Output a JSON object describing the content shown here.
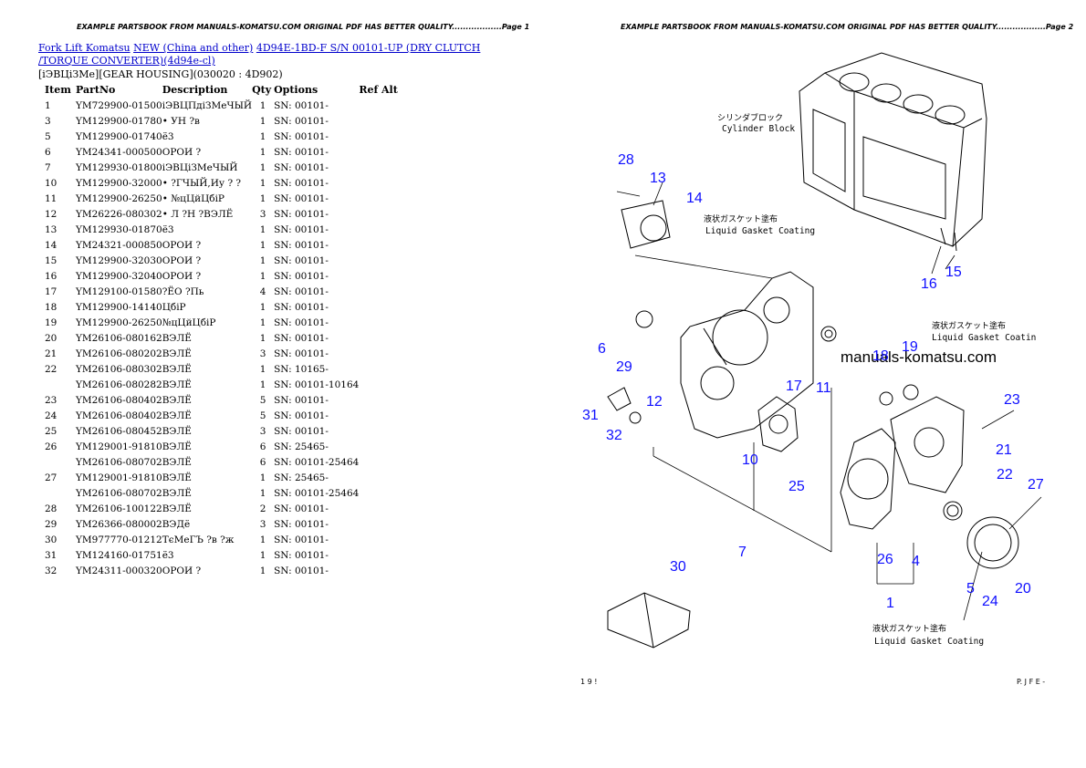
{
  "header": {
    "left": "EXAMPLE PARTSBOOK FROM MANUALS-KOMATSU.COM ORIGINAL PDF HAS BETTER QUALITY..................Page 1",
    "right": "EXAMPLE PARTSBOOK FROM MANUALS-KOMATSU.COM ORIGINAL PDF HAS BETTER QUALITY..................Page 2"
  },
  "breadcrumb": {
    "link1": "Fork Lift Komatsu",
    "link2": "NEW (China and other)",
    "link3": "4D94E-1BD-F S/N 00101-UP (DRY CLUTCH /TORQUE CONVERTER)(4d94e-cl)"
  },
  "section_title": "[iЭВЦiЗМе][GEAR HOUSING](030020 : 4D902)",
  "table": {
    "headers": [
      "Item",
      "PartNo",
      "Description",
      "Qty",
      "Options",
      "Ref Alt"
    ],
    "rows": [
      [
        "1",
        "YM729900-01500",
        "iЭВЦПдiЗМеЧЫЙ",
        "1",
        "SN: 00101-"
      ],
      [
        "3",
        "YM129900-01780",
        "• УН ?в",
        "1",
        "SN: 00101-"
      ],
      [
        "5",
        "YM129900-01740",
        "ё3",
        "1",
        "SN: 00101-"
      ],
      [
        "6",
        "YM24341-000500",
        "ОРОИ ?",
        "1",
        "SN: 00101-"
      ],
      [
        "7",
        "YM129930-01800",
        "iЭВЦiЗМеЧЫЙ",
        "1",
        "SN: 00101-"
      ],
      [
        "10",
        "YM129900-32000",
        "• ?ГЧЫЙ,Иу ? ?",
        "1",
        "SN: 00101-"
      ],
      [
        "11",
        "YM129900-26250",
        "• №цЦйЦбiР",
        "1",
        "SN: 00101-"
      ],
      [
        "12",
        "YM26226-080302",
        "• Л ?Н ?ВЭЛЁ",
        "3",
        "SN: 00101-"
      ],
      [
        "13",
        "YM129930-01870",
        "ё3",
        "1",
        "SN: 00101-"
      ],
      [
        "14",
        "YM24321-000850",
        "ОРОИ ?",
        "1",
        "SN: 00101-"
      ],
      [
        "15",
        "YM129900-32030",
        "ОРОИ ?",
        "1",
        "SN: 00101-"
      ],
      [
        "16",
        "YM129900-32040",
        "ОРОИ ?",
        "1",
        "SN: 00101-"
      ],
      [
        "17",
        "YM129100-01580",
        "?ЁО ?Пь",
        "4",
        "SN: 00101-"
      ],
      [
        "18",
        "YM129900-14140",
        "ЦбiР",
        "1",
        "SN: 00101-"
      ],
      [
        "19",
        "YM129900-26250",
        "№цЦйЦбiР",
        "1",
        "SN: 00101-"
      ],
      [
        "20",
        "YM26106-080162",
        "ВЭЛЁ",
        "1",
        "SN: 00101-"
      ],
      [
        "21",
        "YM26106-080202",
        "ВЭЛЁ",
        "3",
        "SN: 00101-"
      ],
      [
        "22",
        "YM26106-080302",
        "ВЭЛЁ",
        "1",
        "SN: 10165-"
      ],
      [
        "",
        "YM26106-080282",
        "ВЭЛЁ",
        "1",
        "SN: 00101-10164"
      ],
      [
        "23",
        "YM26106-080402",
        "ВЭЛЁ",
        "5",
        "SN: 00101-"
      ],
      [
        "24",
        "YM26106-080402",
        "ВЭЛЁ",
        "5",
        "SN: 00101-"
      ],
      [
        "25",
        "YM26106-080452",
        "ВЭЛЁ",
        "3",
        "SN: 00101-"
      ],
      [
        "26",
        "YM129001-91810",
        "ВЭЛЁ",
        "6",
        "SN: 25465-"
      ],
      [
        "",
        "YM26106-080702",
        "ВЭЛЁ",
        "6",
        "SN: 00101-25464"
      ],
      [
        "27",
        "YM129001-91810",
        "ВЭЛЁ",
        "1",
        "SN: 25465-"
      ],
      [
        "",
        "YM26106-080702",
        "ВЭЛЁ",
        "1",
        "SN: 00101-25464"
      ],
      [
        "28",
        "YM26106-100122",
        "ВЭЛЁ",
        "2",
        "SN: 00101-"
      ],
      [
        "29",
        "YM26366-080002",
        "ВЭДё",
        "3",
        "SN: 00101-"
      ],
      [
        "30",
        "YM977770-01212",
        "ТєМеГЪ ?в ?ж",
        "1",
        "SN: 00101-"
      ],
      [
        "31",
        "YM124160-01751",
        "ё3",
        "1",
        "SN: 00101-"
      ],
      [
        "32",
        "YM24311-000320",
        "ОРОИ ?",
        "1",
        "SN: 00101-"
      ]
    ]
  },
  "diagram": {
    "watermark": "manuals-komatsu.com",
    "jp_cylinder": "シリンダブロック",
    "cylinder_block": "Cylinder Block",
    "jp_gasket": "液状ガスケット塗布",
    "liquid_gasket": "Liquid Gasket Coating",
    "liquid_gasket_2": "Liquid Gasket Coatin",
    "footer_left": "1 9 !",
    "footer_right": "P. J F E -",
    "callouts": {
      "c28": "28",
      "c13": "13",
      "c14": "14",
      "c16": "16",
      "c15": "15",
      "c6": "6",
      "c29": "29",
      "c12": "12",
      "c31": "31",
      "c32": "32",
      "c17": "17",
      "c11": "11",
      "c18": "18",
      "c19": "19",
      "c23": "23",
      "c21": "21",
      "c22": "22",
      "c27": "27",
      "c10": "10",
      "c25": "25",
      "c7": "7",
      "c26": "26",
      "c4": "4",
      "c5": "5",
      "c24": "24",
      "c20": "20",
      "c1": "1",
      "c30": "30"
    }
  }
}
